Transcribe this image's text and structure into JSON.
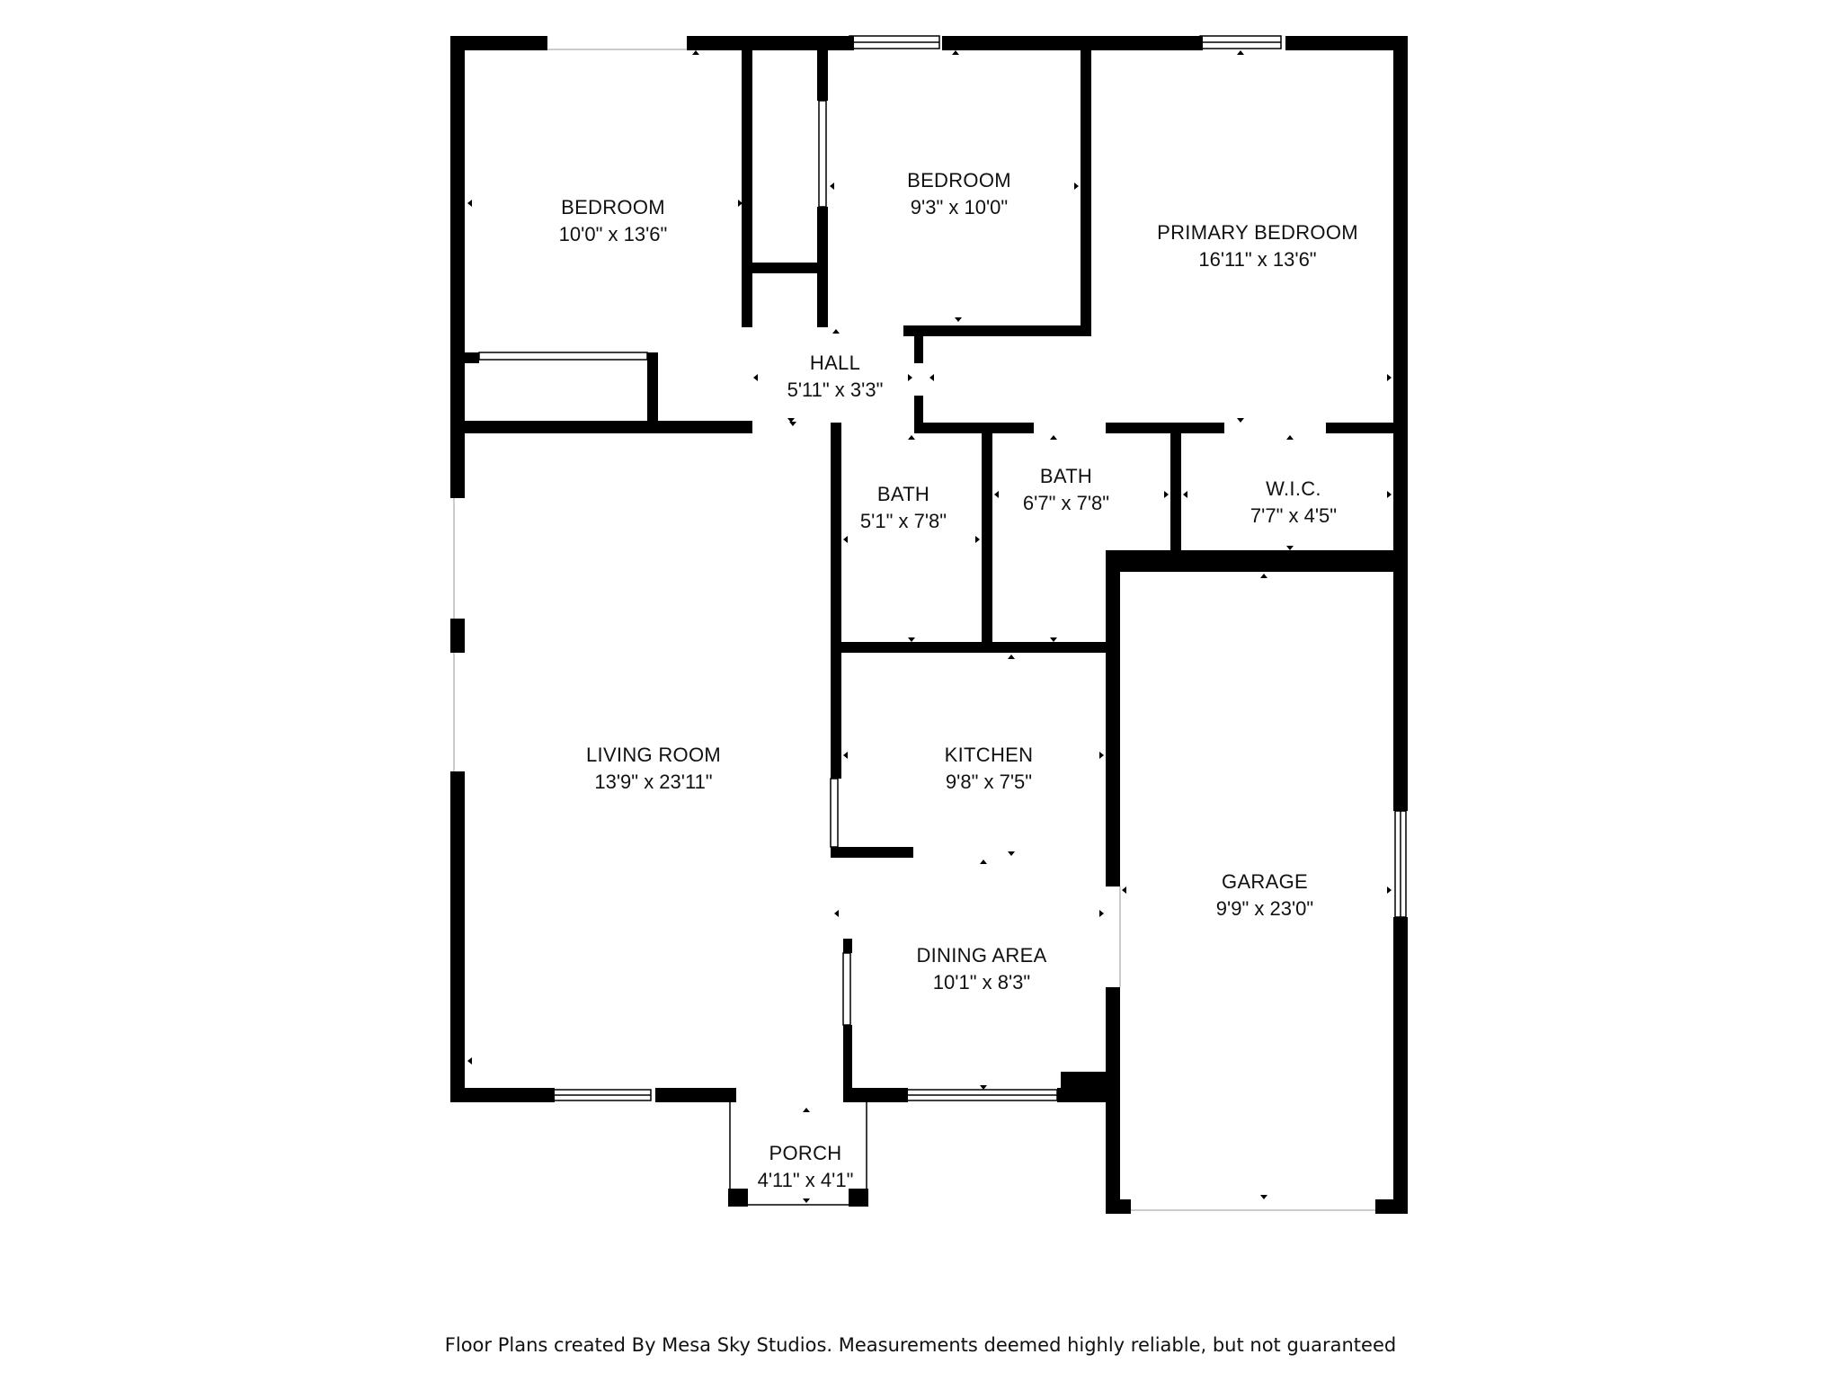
{
  "rooms": {
    "bedroom_west": {
      "name": "BEDROOM",
      "dims": "10'0\" x 13'6\""
    },
    "bedroom_middle": {
      "name": "BEDROOM",
      "dims": "9'3\" x 10'0\""
    },
    "primary_bedroom": {
      "name": "PRIMARY BEDROOM",
      "dims": "16'11\" x 13'6\""
    },
    "hall": {
      "name": "HALL",
      "dims": "5'11\" x 3'3\""
    },
    "bath_1": {
      "name": "BATH",
      "dims": "5'1\" x 7'8\""
    },
    "bath_2": {
      "name": "BATH",
      "dims": "6'7\" x 7'8\""
    },
    "wic": {
      "name": "W.I.C.",
      "dims": "7'7\" x 4'5\""
    },
    "living_room": {
      "name": "LIVING ROOM",
      "dims": "13'9\" x 23'11\""
    },
    "kitchen": {
      "name": "KITCHEN",
      "dims": "9'8\" x 7'5\""
    },
    "dining_area": {
      "name": "DINING AREA",
      "dims": "10'1\" x 8'3\""
    },
    "garage": {
      "name": "GARAGE",
      "dims": "9'9\" x 23'0\""
    },
    "porch": {
      "name": "PORCH",
      "dims": "4'11\" x 4'1\""
    }
  },
  "footer": {
    "credit": "Floor Plans created By Mesa Sky Studios. Measurements deemed highly reliable, but not guaranteed"
  },
  "colors": {
    "wall": "#000000",
    "background": "#ffffff"
  }
}
